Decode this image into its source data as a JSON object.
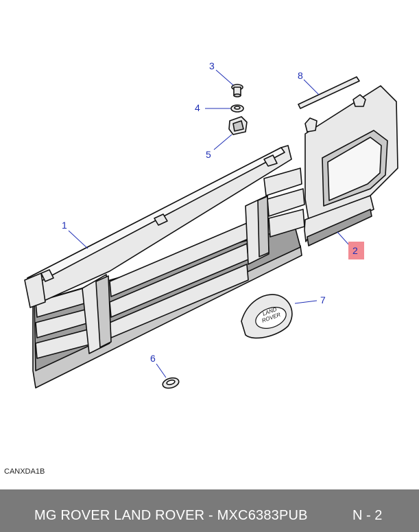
{
  "diagram": {
    "callouts": [
      {
        "id": "callout-1",
        "label": "1"
      },
      {
        "id": "callout-2",
        "label": "2",
        "highlighted": true
      },
      {
        "id": "callout-3",
        "label": "3"
      },
      {
        "id": "callout-4",
        "label": "4"
      },
      {
        "id": "callout-5",
        "label": "5"
      },
      {
        "id": "callout-6",
        "label": "6"
      },
      {
        "id": "callout-7",
        "label": "7"
      },
      {
        "id": "callout-8",
        "label": "8"
      }
    ],
    "badge_text_line1": "LAND",
    "badge_text_line2": "ROVER",
    "reference_code": "CANXDA1B"
  },
  "footer": {
    "title": "MG ROVER LAND ROVER - MXC6383PUB",
    "page": "N - 2"
  },
  "colors": {
    "callout_text": "#1f2fb5",
    "highlight_box": "#f28b93",
    "footer_background": "#7a7a7a",
    "footer_text": "#ffffff"
  }
}
